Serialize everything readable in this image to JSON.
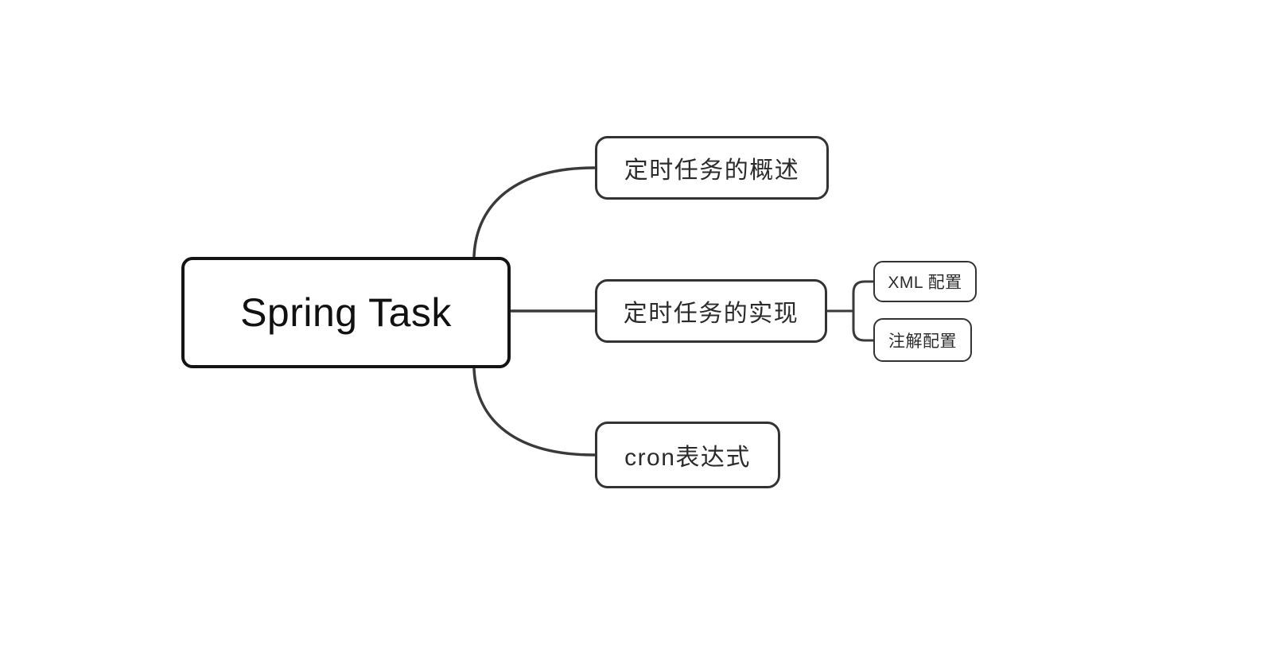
{
  "canvas": {
    "background": "#ffffff"
  },
  "mindmap": {
    "root": {
      "label": "Spring Task"
    },
    "branches": [
      {
        "label": "定时任务的概述"
      },
      {
        "label": "定时任务的实现",
        "children": [
          {
            "label": "XML 配置"
          },
          {
            "label": "注解配置"
          }
        ]
      },
      {
        "label": "cron表达式"
      }
    ],
    "colors": {
      "root_border": "#141414",
      "node_border": "#333333",
      "connector": "#3a3a3a",
      "text": "#2b2b2b",
      "node_fill": "#ffffff"
    }
  }
}
